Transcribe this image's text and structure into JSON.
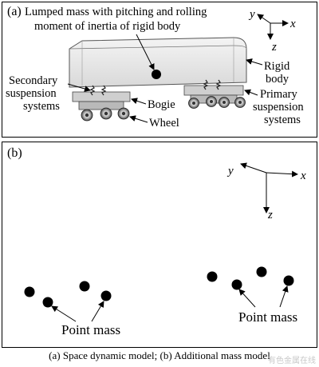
{
  "panel_a": {
    "label": "(a)",
    "annotations": {
      "lumped_mass_line1": "Lumped mass with pitching and rolling",
      "lumped_mass_line2": "moment of inertia of rigid body",
      "rigid_body_line1": "Rigid",
      "rigid_body_line2": "body",
      "secondary_line1": "Secondary",
      "secondary_line2": "suspension",
      "secondary_line3": "systems",
      "bogie": "Bogie",
      "primary_line1": "Primary",
      "primary_line2": "suspension",
      "primary_line3": "systems",
      "wheel": "Wheel"
    },
    "axes": {
      "x": "x",
      "y": "y",
      "z": "z"
    }
  },
  "panel_b": {
    "label": "(b)",
    "point_mass_left": "Point mass",
    "point_mass_right": "Point mass",
    "axes": {
      "x": "x",
      "y": "y",
      "z": "z"
    }
  },
  "caption": "(a) Space dynamic model; (b) Additional mass model",
  "watermark": "有色金属在线"
}
